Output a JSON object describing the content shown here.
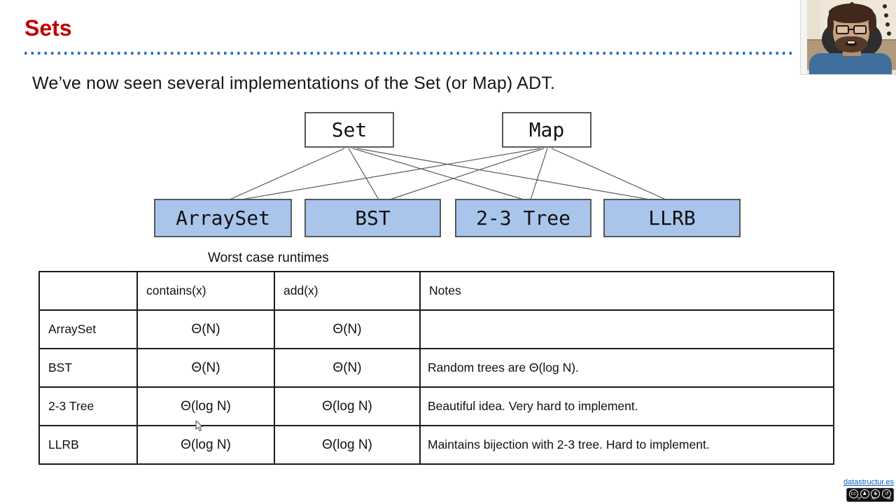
{
  "slide": {
    "title": "Sets",
    "intro": "We’ve now seen several implementations of the Set (or Map) ADT.",
    "accent_red": "#C00000",
    "dotted_rule_color": "#2E74B6"
  },
  "diagram": {
    "parents": [
      {
        "label": "Set"
      },
      {
        "label": "Map"
      }
    ],
    "children": [
      {
        "label": "ArraySet"
      },
      {
        "label": "BST"
      },
      {
        "label": "2-3 Tree"
      },
      {
        "label": "LLRB"
      }
    ],
    "child_fill": "#A9C5EC",
    "box_border": "#595959"
  },
  "table": {
    "caption": "Worst case runtimes",
    "headers": [
      "",
      "contains(x)",
      "add(x)",
      "Notes"
    ],
    "rows": [
      {
        "name": "ArraySet",
        "contains": "Θ(N)",
        "add": "Θ(N)",
        "notes": ""
      },
      {
        "name": "BST",
        "contains": "Θ(N)",
        "add": "Θ(N)",
        "notes": "Random trees are Θ(log N)."
      },
      {
        "name": "2-3 Tree",
        "contains": "Θ(log N)",
        "add": "Θ(log N)",
        "notes": "Beautiful idea. Very hard to implement."
      },
      {
        "name": "LLRB",
        "contains": "Θ(log N)",
        "add": "Θ(log N)",
        "notes": "Maintains bijection with 2-3 tree. Hard to implement."
      }
    ]
  },
  "webcam": {
    "description": "presenter webcam feed (top-right corner)"
  },
  "footer": {
    "link": "datastructur.es",
    "license": "CC BY-NC-SA",
    "cc_icons": [
      {
        "name": "cc-logo-icon",
        "glyph": "cc"
      },
      {
        "name": "cc-by-icon",
        "glyph": "♟"
      },
      {
        "name": "cc-nc-icon",
        "glyph": "$"
      },
      {
        "name": "cc-sa-icon",
        "glyph": "↺"
      }
    ],
    "cc_sub": [
      "BY",
      "NC",
      "SA"
    ]
  }
}
